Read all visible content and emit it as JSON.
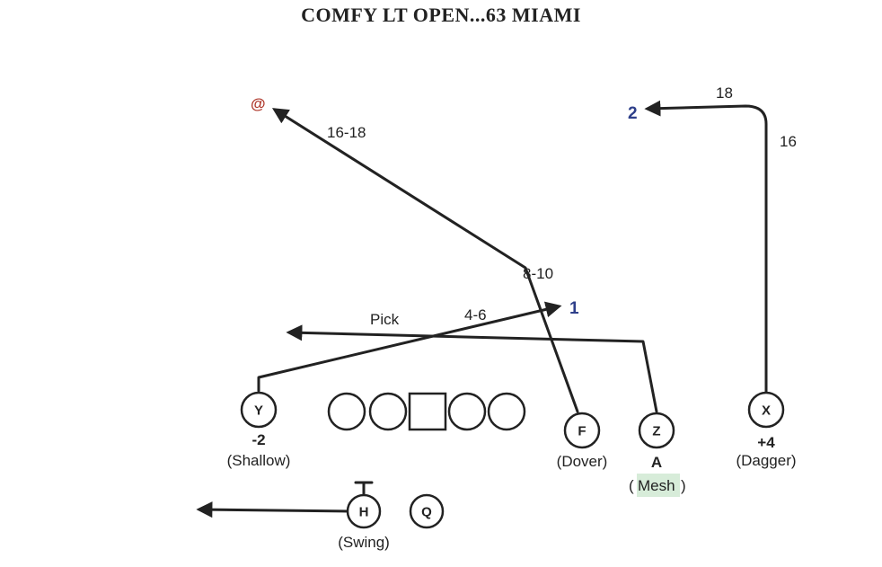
{
  "title": "COMFY LT OPEN...63 MIAMI",
  "colors": {
    "ink": "#222222",
    "target_red": "#b03a2e",
    "target_blue": "#2e3f8a",
    "highlight": "#d7ecd9"
  },
  "players": {
    "y": {
      "letter": "Y",
      "sub": "-2",
      "role": "(Shallow)"
    },
    "f": {
      "letter": "F",
      "role": "(Dover)"
    },
    "z": {
      "letter": "Z",
      "sub": "A",
      "role_open": "(",
      "role_word": "Mesh",
      "role_close": ")"
    },
    "x": {
      "letter": "X",
      "sub": "+4",
      "role": "(Dagger)"
    },
    "h": {
      "letter": "H",
      "role": "(Swing)"
    },
    "q": {
      "letter": "Q"
    }
  },
  "route_labels": {
    "f_deep": "16-18",
    "f_break": "8-10",
    "y_depth": "4-6",
    "z_pick": "Pick",
    "x_stem": "16",
    "x_break": "18"
  },
  "targets": {
    "at": "@",
    "one": "1",
    "two": "2"
  }
}
